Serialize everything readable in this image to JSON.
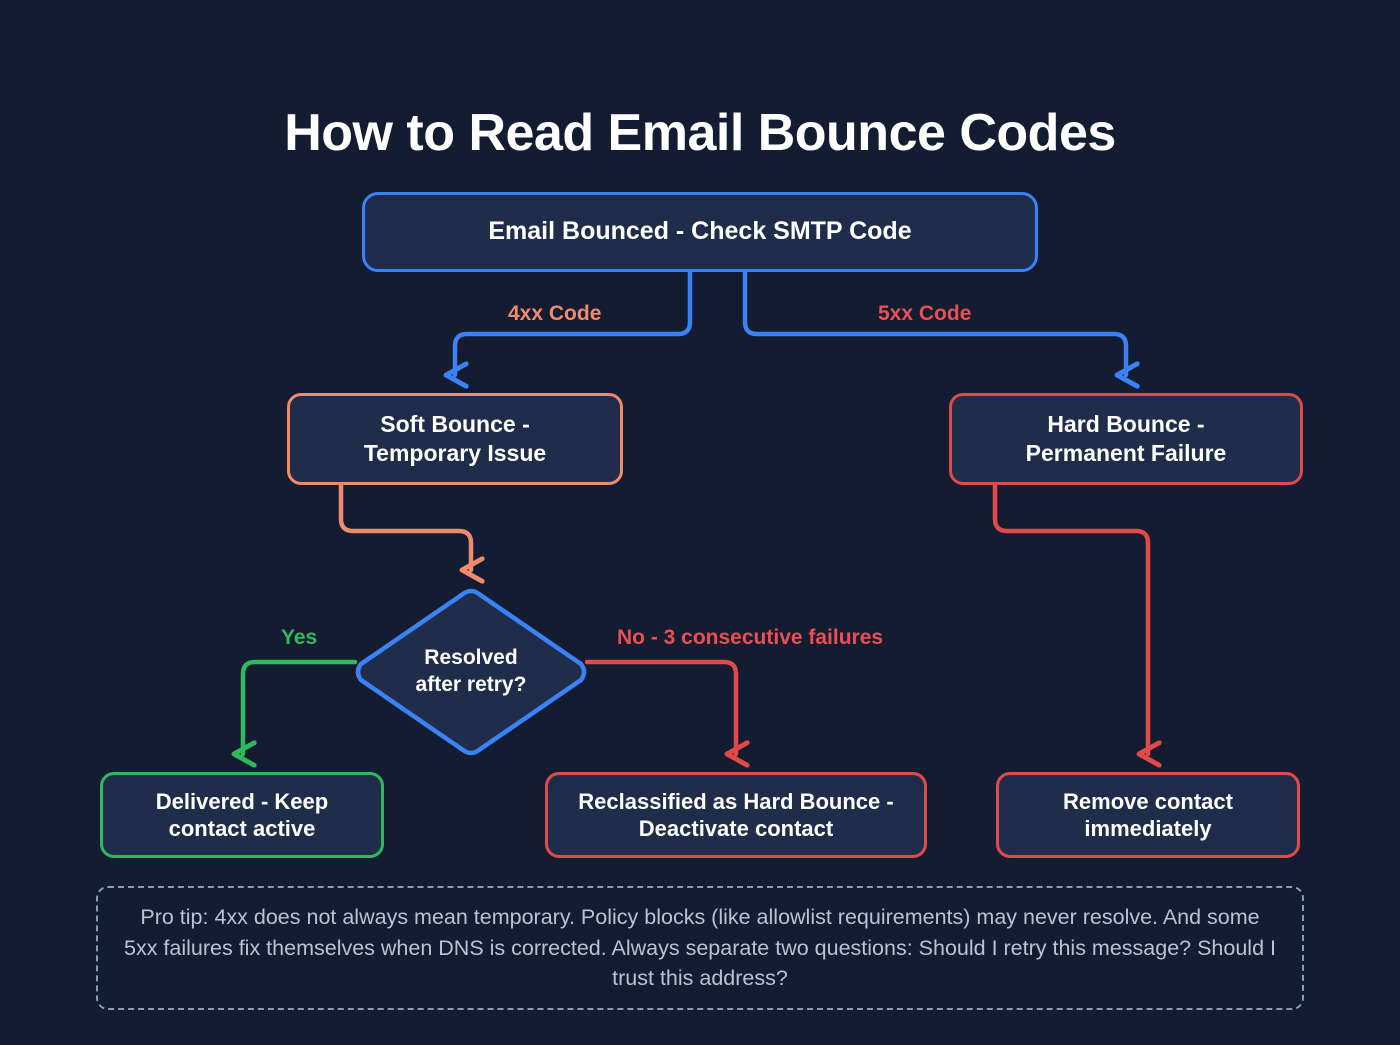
{
  "page": {
    "title": "How to Read Email Bounce Codes",
    "background_color": "#131c30"
  },
  "colors": {
    "blue": "#3b82f6",
    "salmon": "#ef8a6d",
    "red": "#e04a4a",
    "red_text": "#ea4f55",
    "green": "#2fb95c",
    "node_fill": "#1f2d4a",
    "tip_border": "#8d9ab3",
    "tip_text": "#b9c3d4",
    "white": "#ffffff"
  },
  "nodes": {
    "root": {
      "label": "Email Bounced - Check SMTP Code",
      "shape": "rounded-rect",
      "border_color": "#3b82f6"
    },
    "soft_bounce": {
      "line1": "Soft Bounce -",
      "line2": "Temporary Issue",
      "shape": "rounded-rect",
      "border_color": "#ef8a6d"
    },
    "hard_bounce": {
      "line1": "Hard Bounce -",
      "line2": "Permanent Failure",
      "shape": "rounded-rect",
      "border_color": "#e04a4a"
    },
    "decision": {
      "line1": "Resolved",
      "line2": "after retry?",
      "shape": "diamond",
      "border_color": "#3b82f6"
    },
    "delivered": {
      "line1": "Delivered - Keep",
      "line2": "contact active",
      "shape": "rounded-rect",
      "border_color": "#2fb95c"
    },
    "reclassified": {
      "line1": "Reclassified as Hard Bounce -",
      "line2": "Deactivate contact",
      "shape": "rounded-rect",
      "border_color": "#e04a4a"
    },
    "remove": {
      "line1": "Remove contact",
      "line2": "immediately",
      "shape": "rounded-rect",
      "border_color": "#e04a4a"
    }
  },
  "edge_labels": {
    "code_4xx": "4xx Code",
    "code_5xx": "5xx Code",
    "yes": "Yes",
    "no": "No - 3 consecutive failures"
  },
  "pro_tip": {
    "text": "Pro tip: 4xx does not always mean temporary. Policy blocks (like allowlist requirements) may never resolve. And some 5xx failures fix themselves when DNS is corrected. Always separate two questions: Should I retry this message? Should I trust this address?"
  },
  "chart_data": {
    "type": "diagram",
    "diagram_kind": "flowchart",
    "title": "How to Read Email Bounce Codes",
    "nodes": [
      {
        "id": "root",
        "label": "Email Bounced - Check SMTP Code",
        "shape": "rounded-rect",
        "color": "#3b82f6"
      },
      {
        "id": "soft_bounce",
        "label": "Soft Bounce - Temporary Issue",
        "shape": "rounded-rect",
        "color": "#ef8a6d"
      },
      {
        "id": "hard_bounce",
        "label": "Hard Bounce - Permanent Failure",
        "shape": "rounded-rect",
        "color": "#e04a4a"
      },
      {
        "id": "decision",
        "label": "Resolved after retry?",
        "shape": "diamond",
        "color": "#3b82f6"
      },
      {
        "id": "delivered",
        "label": "Delivered - Keep contact active",
        "shape": "rounded-rect",
        "color": "#2fb95c"
      },
      {
        "id": "reclassified",
        "label": "Reclassified as Hard Bounce - Deactivate contact",
        "shape": "rounded-rect",
        "color": "#e04a4a"
      },
      {
        "id": "remove",
        "label": "Remove contact immediately",
        "shape": "rounded-rect",
        "color": "#e04a4a"
      }
    ],
    "edges": [
      {
        "from": "root",
        "to": "soft_bounce",
        "label": "4xx Code",
        "color": "#3b82f6"
      },
      {
        "from": "root",
        "to": "hard_bounce",
        "label": "5xx Code",
        "color": "#3b82f6"
      },
      {
        "from": "soft_bounce",
        "to": "decision",
        "label": "",
        "color": "#ef8a6d"
      },
      {
        "from": "decision",
        "to": "delivered",
        "label": "Yes",
        "color": "#2fb95c"
      },
      {
        "from": "decision",
        "to": "reclassified",
        "label": "No - 3 consecutive failures",
        "color": "#e04a4a"
      },
      {
        "from": "hard_bounce",
        "to": "remove",
        "label": "",
        "color": "#e04a4a"
      }
    ]
  }
}
